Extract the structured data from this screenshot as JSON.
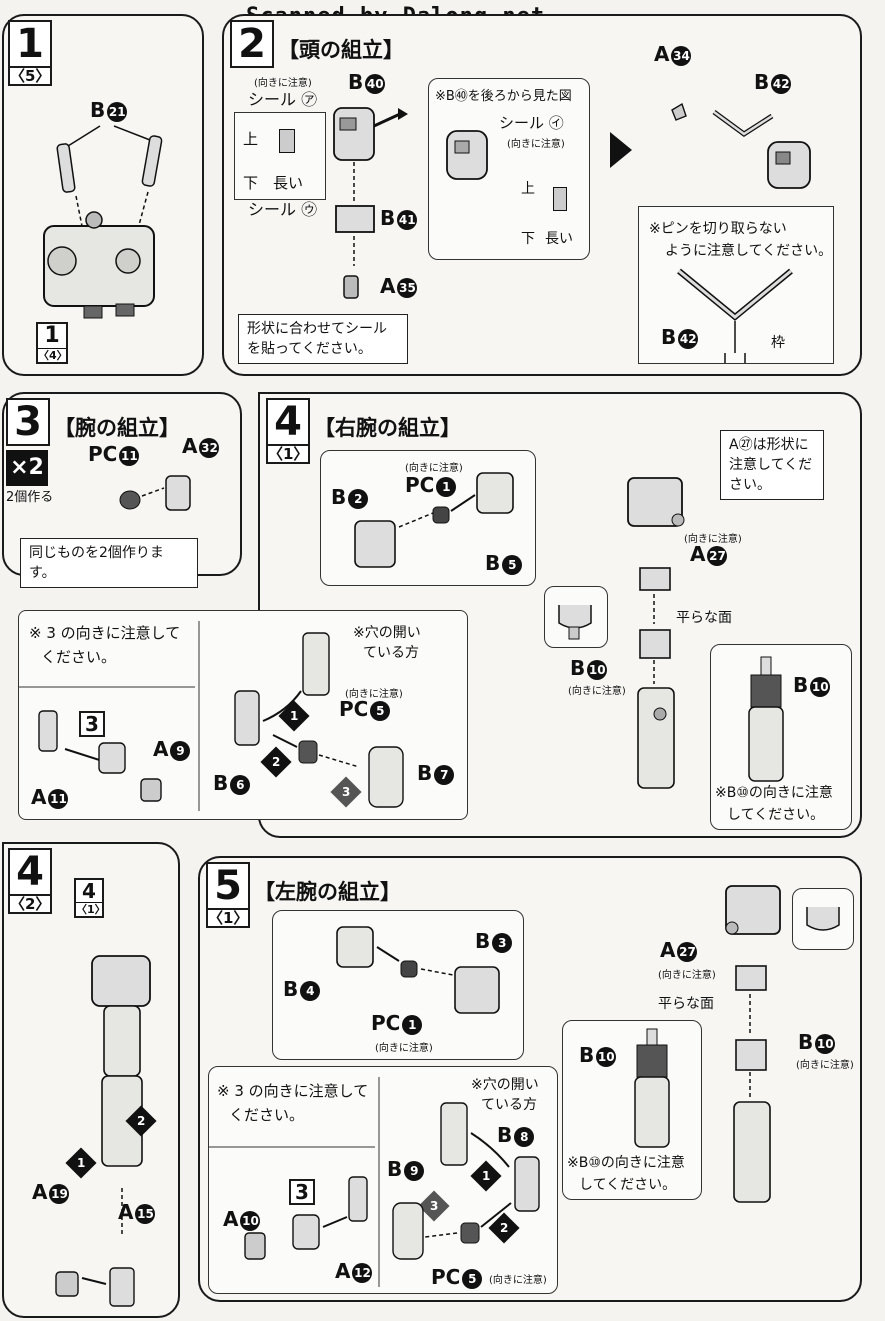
{
  "header": {
    "scan_credit": "Scanned by Dalong.net"
  },
  "step1": {
    "number": "1",
    "sub": "〈5〉",
    "label_b21": "B",
    "b21": "21",
    "ref_number": "1",
    "ref_sub": "〈4〉"
  },
  "step2": {
    "number": "2",
    "title": "【頭の組立】",
    "seal_a": "シール ㋐",
    "seal_a_note": "(向きに注意)",
    "up": "上",
    "down": "下",
    "long": "長い",
    "b40": "40",
    "b41": "41",
    "a35": "35",
    "seal_u": "シール ㋒",
    "shape_note_line1": "形状に合わせてシール",
    "shape_note_line2": "を貼ってください。",
    "back_view": "※B㊵を後ろから見た図",
    "seal_i": "シール ㋑",
    "seal_i_note": "(向きに注意)",
    "up2": "上",
    "down2": "下",
    "long2": "長い",
    "a34": "34",
    "b42": "42",
    "pin_note_line1": "※ピンを切り取らない",
    "pin_note_line2": "ように注意してください。",
    "frame": "枠",
    "b42b": "42",
    "label_a": "A",
    "label_b": "B"
  },
  "step3": {
    "number": "3",
    "title": "【腕の組立】",
    "times": "×2",
    "make2": "2個作る",
    "pc11_label": "PC",
    "pc11": "11",
    "a32": "32",
    "note": "同じものを2個作ります。",
    "label_a": "A"
  },
  "step4_1": {
    "number": "4",
    "sub": "〈1〉",
    "title": "【右腕の組立】",
    "b2": "2",
    "pc1_note": "(向きに注意)",
    "pc_label": "PC",
    "pc1": "1",
    "b5": "5",
    "a27_note_line1": "A㉗は形状に",
    "a27_note_line2": "注意してくだ",
    "a27_note_line3": "さい。",
    "a27_dir": "(向きに注意)",
    "a27": "27",
    "flat": "平らな面",
    "b10": "10",
    "b10_dir": "(向きに注意)",
    "b10_inset": "10",
    "b10_note_line1": "※B⑩の向きに注意",
    "b10_note_line2": "してください。",
    "arm_note_line1": "※ 3 の向きに注意して",
    "arm_note_line2": "ください。",
    "hole_note_line1": "※穴の開い",
    "hole_note_line2": "ている方",
    "pc5_dir": "(向きに注意)",
    "pc5": "5",
    "a9": "9",
    "a11": "11",
    "b6": "6",
    "b7": "7",
    "ref3": "3",
    "step1": "1",
    "step2": "2",
    "step3": "3",
    "label_a": "A",
    "label_b": "B"
  },
  "step4_2": {
    "number": "4",
    "sub": "〈2〉",
    "ref_number": "4",
    "ref_sub": "〈1〉",
    "a19": "19",
    "a15": "15",
    "step1": "1",
    "step2": "2",
    "label_a": "A"
  },
  "step5_1": {
    "number": "5",
    "sub": "〈1〉",
    "title": "【左腕の組立】",
    "b3": "3",
    "b4": "4",
    "pc_label": "PC",
    "pc1": "1",
    "pc1_note": "(向きに注意)",
    "a27": "27",
    "a27_dir": "(向きに注意)",
    "flat": "平らな面",
    "b10": "10",
    "b10_dir": "(向きに注意)",
    "b10_inset": "10",
    "b10_note_line1": "※B⑩の向きに注意",
    "b10_note_line2": "してください。",
    "arm_note_line1": "※ 3 の向きに注意して",
    "arm_note_line2": "ください。",
    "hole_note_line1": "※穴の開い",
    "hole_note_line2": "ている方",
    "b8": "8",
    "b9": "9",
    "a10": "10",
    "a12": "12",
    "pc5": "5",
    "pc5_dir": "(向きに注意)",
    "ref3": "3",
    "step1": "1",
    "step2": "2",
    "step3": "3",
    "label_a": "A",
    "label_b": "B"
  }
}
